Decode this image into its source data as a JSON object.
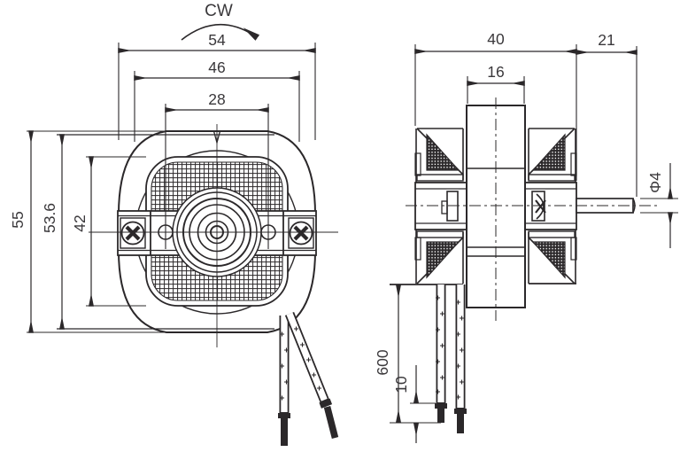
{
  "drawing": {
    "front_view": {
      "rotation_direction": "CW",
      "dim_overall_width": "54",
      "dim_mount_width": "46",
      "dim_hole_spacing": "28",
      "dim_overall_height": "55",
      "dim_body_height": "53.6",
      "dim_stator_height": "42"
    },
    "side_view": {
      "dim_body_depth": "40",
      "dim_shaft_length": "21",
      "dim_stack_length": "16",
      "dim_shaft_diameter": "Φ4",
      "dim_lead_length": "600",
      "dim_strip_length": "10"
    }
  }
}
